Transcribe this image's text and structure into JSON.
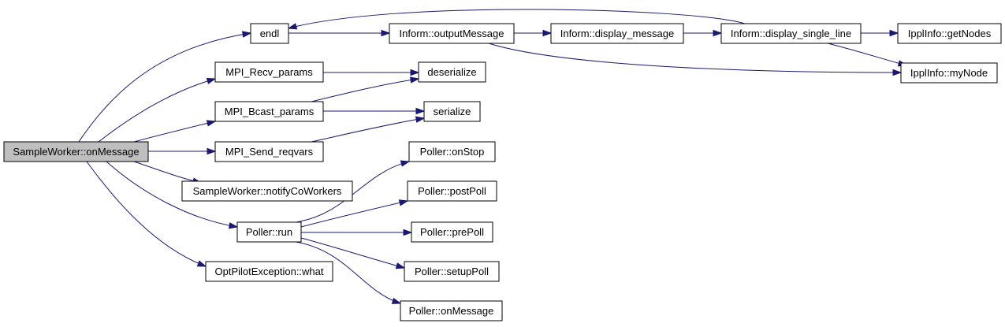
{
  "diagram": {
    "nodes": [
      {
        "id": "onMessage_root",
        "label": "SampleWorker::onMessage",
        "root": true
      },
      {
        "id": "endl",
        "label": "endl"
      },
      {
        "id": "recv",
        "label": "MPI_Recv_params"
      },
      {
        "id": "bcast",
        "label": "MPI_Bcast_params"
      },
      {
        "id": "send",
        "label": "MPI_Send_reqvars"
      },
      {
        "id": "notify",
        "label": "SampleWorker::notifyCoWorkers"
      },
      {
        "id": "run",
        "label": "Poller::run"
      },
      {
        "id": "what",
        "label": "OptPilotException::what"
      },
      {
        "id": "outputMessage",
        "label": "Inform::outputMessage"
      },
      {
        "id": "display_message",
        "label": "Inform::display_message"
      },
      {
        "id": "display_single_line",
        "label": "Inform::display_single_line"
      },
      {
        "id": "getNodes",
        "label": "IpplInfo::getNodes"
      },
      {
        "id": "myNode",
        "label": "IpplInfo::myNode"
      },
      {
        "id": "deserialize",
        "label": "deserialize"
      },
      {
        "id": "serialize",
        "label": "serialize"
      },
      {
        "id": "onStop",
        "label": "Poller::onStop"
      },
      {
        "id": "postPoll",
        "label": "Poller::postPoll"
      },
      {
        "id": "prePoll",
        "label": "Poller::prePoll"
      },
      {
        "id": "setupPoll",
        "label": "Poller::setupPoll"
      },
      {
        "id": "poller_onMessage",
        "label": "Poller::onMessage"
      }
    ],
    "edges": [
      {
        "from": "onMessage_root",
        "to": "endl"
      },
      {
        "from": "onMessage_root",
        "to": "recv"
      },
      {
        "from": "onMessage_root",
        "to": "bcast"
      },
      {
        "from": "onMessage_root",
        "to": "send"
      },
      {
        "from": "onMessage_root",
        "to": "notify"
      },
      {
        "from": "onMessage_root",
        "to": "run"
      },
      {
        "from": "onMessage_root",
        "to": "what"
      },
      {
        "from": "endl",
        "to": "outputMessage"
      },
      {
        "from": "outputMessage",
        "to": "display_message"
      },
      {
        "from": "outputMessage",
        "to": "myNode"
      },
      {
        "from": "display_message",
        "to": "display_single_line"
      },
      {
        "from": "display_single_line",
        "to": "endl"
      },
      {
        "from": "display_single_line",
        "to": "getNodes"
      },
      {
        "from": "display_single_line",
        "to": "myNode"
      },
      {
        "from": "recv",
        "to": "deserialize"
      },
      {
        "from": "bcast",
        "to": "deserialize"
      },
      {
        "from": "bcast",
        "to": "serialize"
      },
      {
        "from": "send",
        "to": "serialize"
      },
      {
        "from": "run",
        "to": "onStop"
      },
      {
        "from": "run",
        "to": "postPoll"
      },
      {
        "from": "run",
        "to": "prePoll"
      },
      {
        "from": "run",
        "to": "setupPoll"
      },
      {
        "from": "run",
        "to": "poller_onMessage"
      }
    ]
  }
}
